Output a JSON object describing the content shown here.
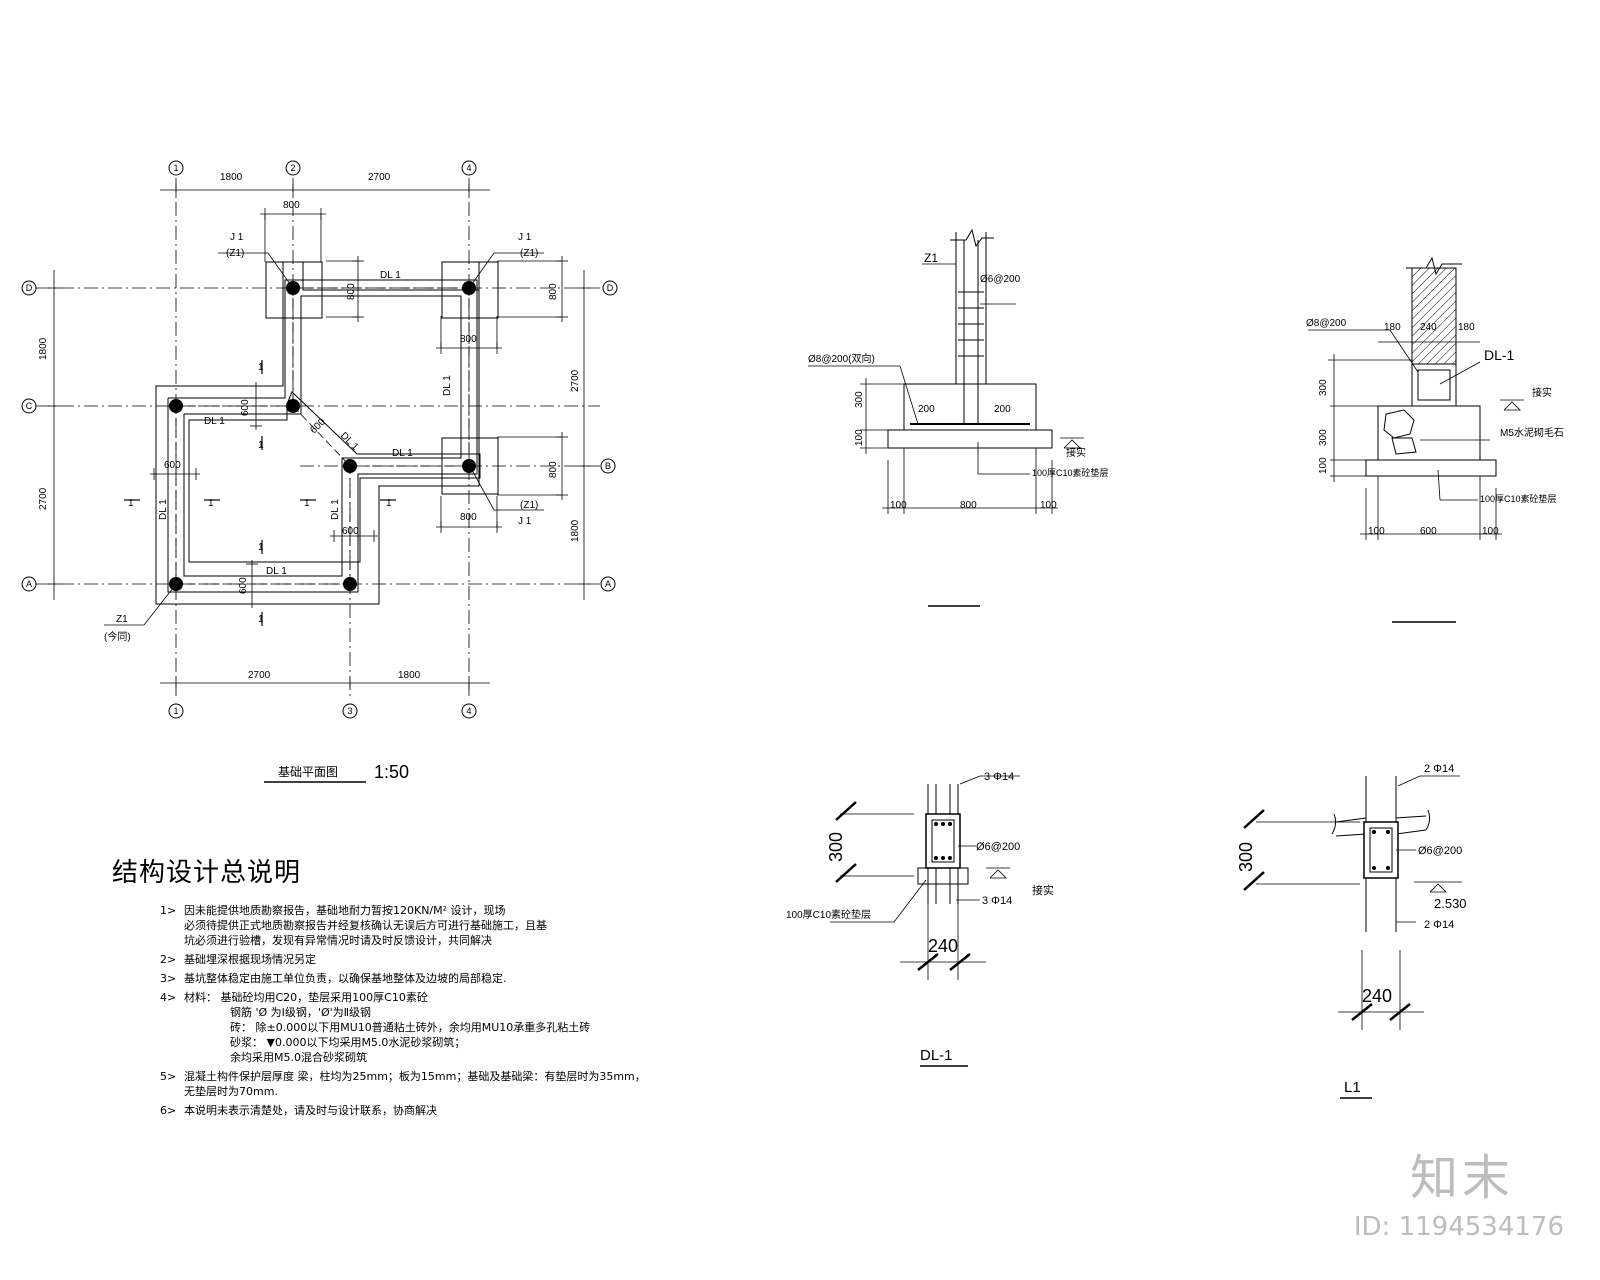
{
  "plan": {
    "axes": {
      "a1": "1",
      "a2": "2",
      "a3": "3",
      "a4": "4",
      "aA": "A",
      "aB": "B",
      "aC": "C",
      "aD": "D"
    },
    "dims": {
      "top_1800": "1800",
      "top_2700": "2700",
      "bot_2700": "2700",
      "bot_1800": "1800",
      "left_1800": "1800",
      "left_2700": "2700",
      "right_2700": "2700",
      "right_1800": "1800",
      "w800": "800",
      "w600": "600"
    },
    "labels": {
      "j1": "J 1",
      "z1p": "(Z1)",
      "dl1": "DL 1",
      "sec": "1",
      "z1": "Z1",
      "same": "(今同)"
    },
    "title": "基础平面图",
    "scale": "1:50"
  },
  "section1": {
    "z1": "Z1",
    "stir": "Ø6@200",
    "bars": "Ø8@200(双向)",
    "d300": "300",
    "d100": "100",
    "d200": "200",
    "d800": "800",
    "grade": "接实",
    "pad": "100厚C10素砼垫层"
  },
  "section2": {
    "bars": "Ø8@200",
    "d180": "180",
    "d240": "240",
    "dl": "DL-1",
    "d300": "300",
    "d100": "100",
    "d600": "600",
    "grade": "接实",
    "stone": "M5水泥砌毛石",
    "pad": "100厚C10素砼垫层"
  },
  "dl_detail": {
    "top": "3 Φ14",
    "stir": "Ø6@200",
    "bot": "3 Φ14",
    "grade": "接实",
    "pad": "100厚C10素砼垫层",
    "h": "300",
    "w": "240",
    "name": "DL-1"
  },
  "l1_detail": {
    "top": "2 Φ14",
    "stir": "Ø6@200",
    "elev": "2.530",
    "bot": "2 Φ14",
    "h": "300",
    "w": "240",
    "name": "L1"
  },
  "notes": {
    "title": "结构设计总说明",
    "n1": "1>",
    "t1": "因未能提供地质勘察报告，基础地耐力暂按120KN/M² 设计，现场",
    "t1b": "必须待提供正式地质勘察报告并经复核确认无误后方可进行基础施工，且基",
    "t1c": "坑必须进行验槽，发现有异常情况时请及时反馈设计，共同解决",
    "n2": "2>",
    "t2": "基础埋深根据现场情况另定",
    "n3": "3>",
    "t3": "基坑整体稳定由施工单位负责，以确保基地整体及边坡的局部稳定.",
    "n4": "4>",
    "t4": "材料：  基础砼均用C20，垫层采用100厚C10素砼",
    "t4b": "钢筋 'Ø 为Ⅰ级钢，'Ø'为Ⅱ级钢",
    "t4c": "砖：  除±0.000以下用MU10普通粘土砖外，余均用MU10承重多孔粘土砖",
    "t4d": "砂浆：  ▼0.000以下均采用M5.0水泥砂浆砌筑；",
    "t4e": "余均采用M5.0混合砂浆砌筑",
    "n5": "5>",
    "t5": "混凝土构件保护层厚度  梁，柱均为25mm；板为15mm；基础及基础梁：有垫层时为35mm，",
    "t5b": "无垫层时为70mm.",
    "n6": "6>",
    "t6": "本说明未表示清楚处，请及时与设计联系，协商解决"
  },
  "watermark": {
    "logo": "知末",
    "id": "ID: 1194534176"
  }
}
